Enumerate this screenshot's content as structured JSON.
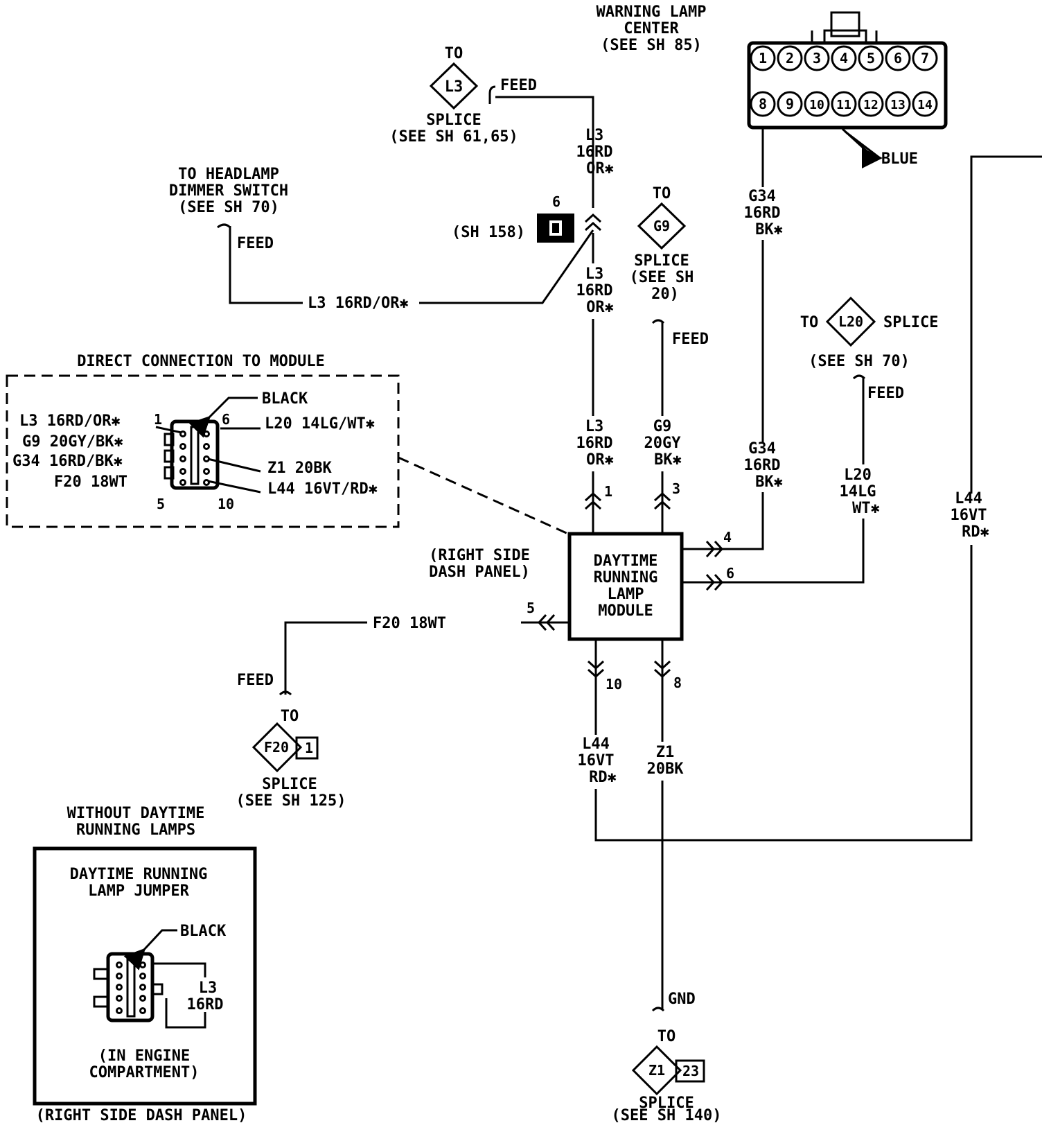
{
  "warning_lamp_center": {
    "line1": "WARNING LAMP",
    "line2": "CENTER",
    "line3": "(SEE SH 85)"
  },
  "connector_14": {
    "pins_top": [
      "1",
      "2",
      "3",
      "4",
      "5",
      "6",
      "7"
    ],
    "pins_bottom": [
      "8",
      "9",
      "10",
      "11",
      "12",
      "13",
      "14"
    ],
    "color": "BLUE"
  },
  "l3_splice": {
    "to": "TO",
    "id": "L3",
    "feed": "FEED",
    "splice": "SPLICE",
    "see": "(SEE SH 61,65)"
  },
  "wire_l3_top": {
    "a": "L3",
    "b": "16RD",
    "c": "OR✱"
  },
  "sh158": {
    "pin": "6",
    "label": "(SH 158)"
  },
  "headlamp": {
    "line1": "TO HEADLAMP",
    "line2": "DIMMER SWITCH",
    "line3": "(SEE SH 70)",
    "feed": "FEED",
    "wire": "L3 16RD/OR✱"
  },
  "wire_l3_mid": {
    "a": "L3",
    "b": "16RD",
    "c": "OR✱"
  },
  "g9_splice": {
    "to": "TO",
    "id": "G9",
    "splice": "SPLICE",
    "see1": "(SEE SH",
    "see2": "20)",
    "feed": "FEED"
  },
  "wire_g34_top": {
    "a": "G34",
    "b": "16RD",
    "c": "BK✱"
  },
  "l20_splice": {
    "to": "TO",
    "id": "L20",
    "splice": "SPLICE",
    "see": "(SEE SH 70)",
    "feed": "FEED"
  },
  "direct_connection": {
    "title": "DIRECT CONNECTION TO MODULE",
    "black": "BLACK",
    "wire_1": "L3 16RD/OR✱",
    "wire_2": "G9 20GY/BK✱",
    "wire_3": "G34 16RD/BK✱",
    "wire_4": "F20 18WT",
    "wire_6": "L20 14LG/WT✱",
    "wire_z1": "Z1 20BK",
    "wire_l44": "L44 16VT/RD✱",
    "pin_1": "1",
    "pin_6": "6",
    "pin_5": "5",
    "pin_10": "10"
  },
  "wire_l3_low": {
    "a": "L3",
    "b": "16RD",
    "c": "OR✱",
    "pin": "1"
  },
  "wire_g9_low": {
    "a": "G9",
    "b": "20GY",
    "c": "BK✱",
    "pin": "3"
  },
  "wire_g34_low": {
    "a": "G34",
    "b": "16RD",
    "c": "BK✱",
    "pin": "4"
  },
  "wire_l20_low": {
    "a": "L20",
    "b": "14LG",
    "c": "WT✱",
    "pin": "6"
  },
  "wire_l44_right": {
    "a": "L44",
    "b": "16VT",
    "c": "RD✱"
  },
  "module": {
    "line1": "DAYTIME",
    "line2": "RUNNING",
    "line3": "LAMP",
    "line4": "MODULE",
    "location1": "(RIGHT SIDE",
    "location2": "DASH PANEL)"
  },
  "f20": {
    "wire": "F20 18WT",
    "pin": "5",
    "feed": "FEED",
    "to": "TO",
    "id": "F20",
    "num": "1",
    "splice": "SPLICE",
    "see": "(SEE SH 125)"
  },
  "wire_l44_bottom": {
    "a": "L44",
    "b": "16VT",
    "c": "RD✱",
    "pin": "10"
  },
  "wire_z1_bottom": {
    "a": "Z1",
    "b": "20BK",
    "pin": "8"
  },
  "z1_splice": {
    "gnd": "GND",
    "to": "TO",
    "id": "Z1",
    "num": "23",
    "splice": "SPLICE",
    "see": "(SEE SH 140)"
  },
  "jumper": {
    "title1": "WITHOUT DAYTIME",
    "title2": "RUNNING LAMPS",
    "name1": "DAYTIME RUNNING",
    "name2": "LAMP JUMPER",
    "black": "BLACK",
    "wire1": "L3",
    "wire2": "16RD",
    "loc1": "(IN ENGINE",
    "loc2": "COMPARTMENT)",
    "footer": "(RIGHT SIDE DASH PANEL)"
  }
}
